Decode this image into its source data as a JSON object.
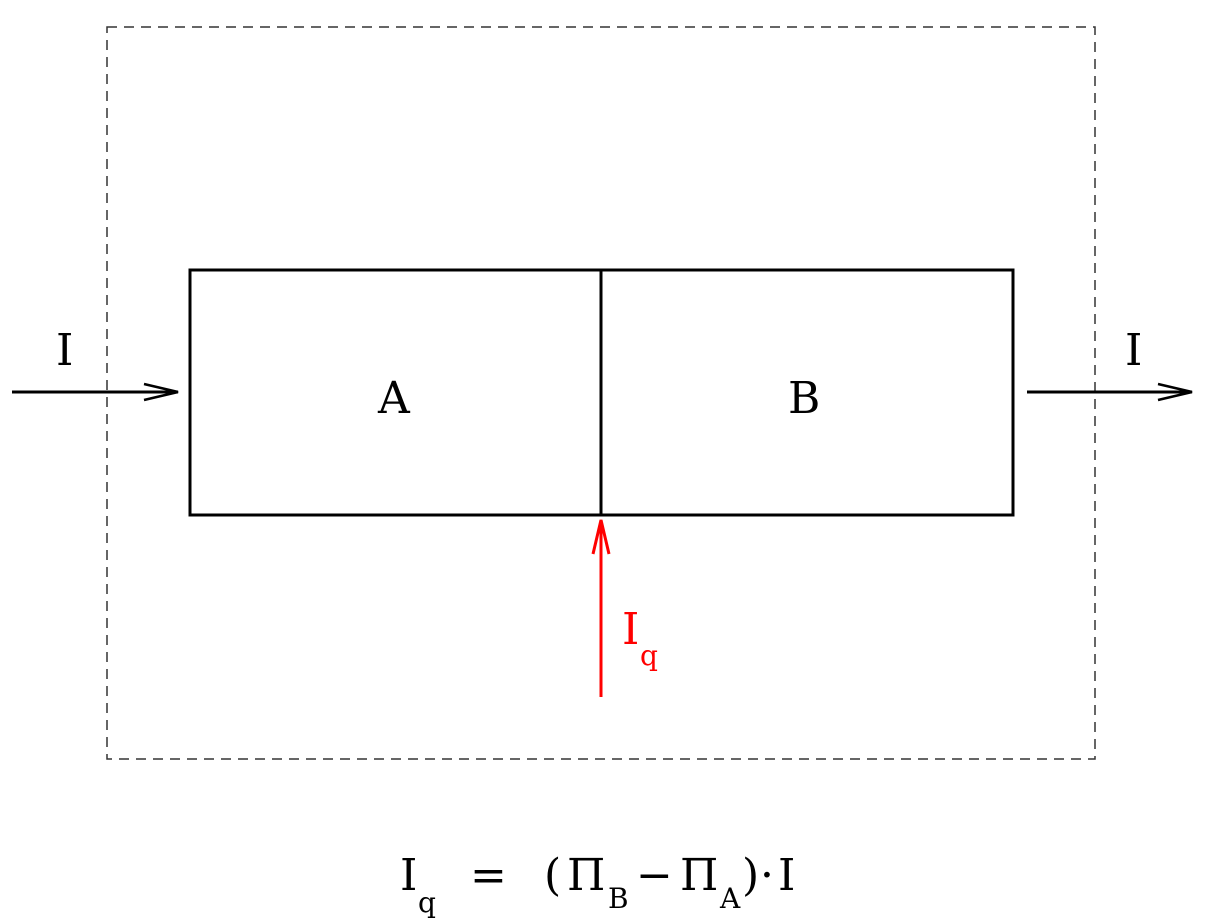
{
  "diagram": {
    "input_label": "I",
    "output_label": "I",
    "block_a_label": "A",
    "block_b_label": "B",
    "heat_flow_label": "I",
    "heat_flow_subscript": "q",
    "colors": {
      "lines": "#000000",
      "heat_flow": "#ff0000",
      "boundary": "#333333"
    }
  },
  "formula": {
    "lhs": "I",
    "lhs_sub": "q",
    "equals": "=",
    "open_paren": "(",
    "pi_b": "Π",
    "pi_b_sub": "B",
    "minus": "−",
    "pi_a": "Π",
    "pi_a_sub": "A",
    "close_paren": ")",
    "dot": "·",
    "rhs_current": "I"
  }
}
